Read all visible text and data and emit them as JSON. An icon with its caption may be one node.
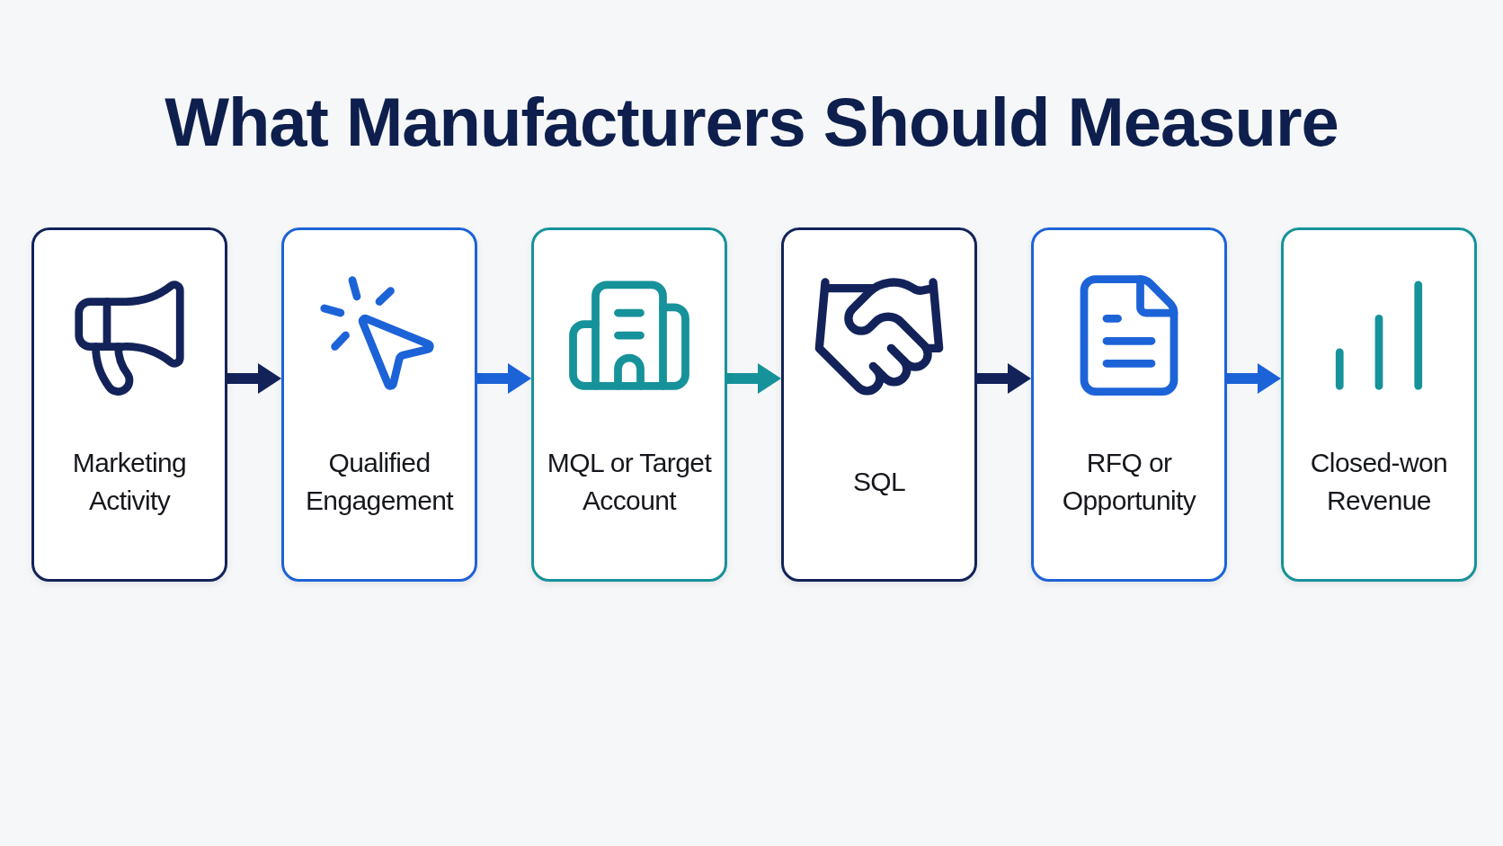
{
  "diagram": {
    "title": "What Manufacturers Should Measure",
    "nodes": [
      {
        "text": [
          "Marketing Activity"
        ]
      },
      {
        "text": [
          "Qualified Engagement"
        ]
      },
      {
        "text": [
          "MQL or Target Account"
        ]
      },
      {
        "text": [
          "SQL"
        ]
      },
      {
        "text": [
          "RFQ or Opportunity"
        ]
      },
      {
        "text": [
          "Closed-won Revenue"
        ]
      }
    ],
    "edges": [
      {
        "from": 0,
        "to": 1,
        "arrow": "to",
        "color": "#13235a"
      },
      {
        "from": 1,
        "to": 2,
        "arrow": "to",
        "color": "#1d63d8"
      },
      {
        "from": 2,
        "to": 3,
        "arrow": "to",
        "color": "#16929a"
      },
      {
        "from": 3,
        "to": 4,
        "arrow": "to",
        "color": "#13235a"
      },
      {
        "from": 4,
        "to": 5,
        "arrow": "to",
        "color": "#1d63d8"
      }
    ]
  }
}
